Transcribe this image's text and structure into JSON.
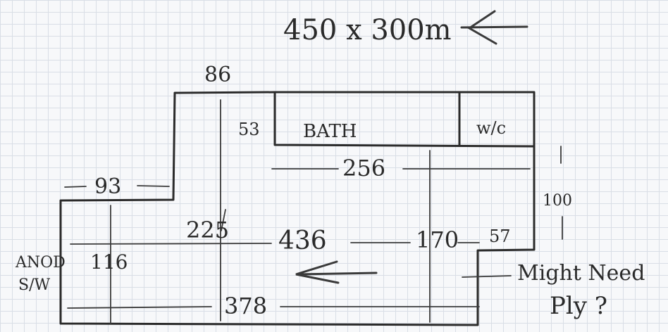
{
  "title": "450 x 300m",
  "colors": {
    "pencil": "#2b2b2b",
    "grid": "#d9dee6",
    "paper": "#f7f8fa"
  },
  "labels": {
    "top_width": "86",
    "bath_depth": "53",
    "bath": "BATH",
    "wc": "w/c",
    "bath_length": "256",
    "step_width": "93",
    "right_height": "100",
    "middle_height": "225",
    "total_length": "436",
    "inner_170": "170",
    "inner_57": "57",
    "left_height": "116",
    "anod_line1": "ANOD",
    "anod_line2": "S/W",
    "bottom_length": "378",
    "note_line1": "Might Need",
    "note_line2": "Ply ?"
  },
  "icons": {
    "arrow_top": "left-arrow-icon",
    "arrow_middle": "left-arrow-icon"
  }
}
